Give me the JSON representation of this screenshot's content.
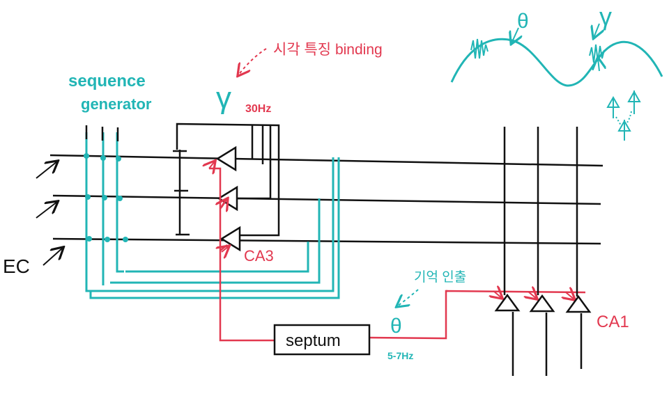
{
  "labels": {
    "input": "EC",
    "seq_line1": "sequence",
    "seq_line2": "generator",
    "binding": "시각 특징 binding",
    "gamma_symbol": "γ",
    "gamma_freq": "30Hz",
    "ca3": "CA3",
    "septum": "septum",
    "theta_symbol": "θ",
    "theta_freq": "5-7Hz",
    "memory": "기억 인출",
    "ca1": "CA1",
    "wave_theta": "θ",
    "wave_gamma": "γ"
  },
  "colors": {
    "wire": "#111111",
    "teal": "#21b5b5",
    "red": "#e2384f"
  }
}
